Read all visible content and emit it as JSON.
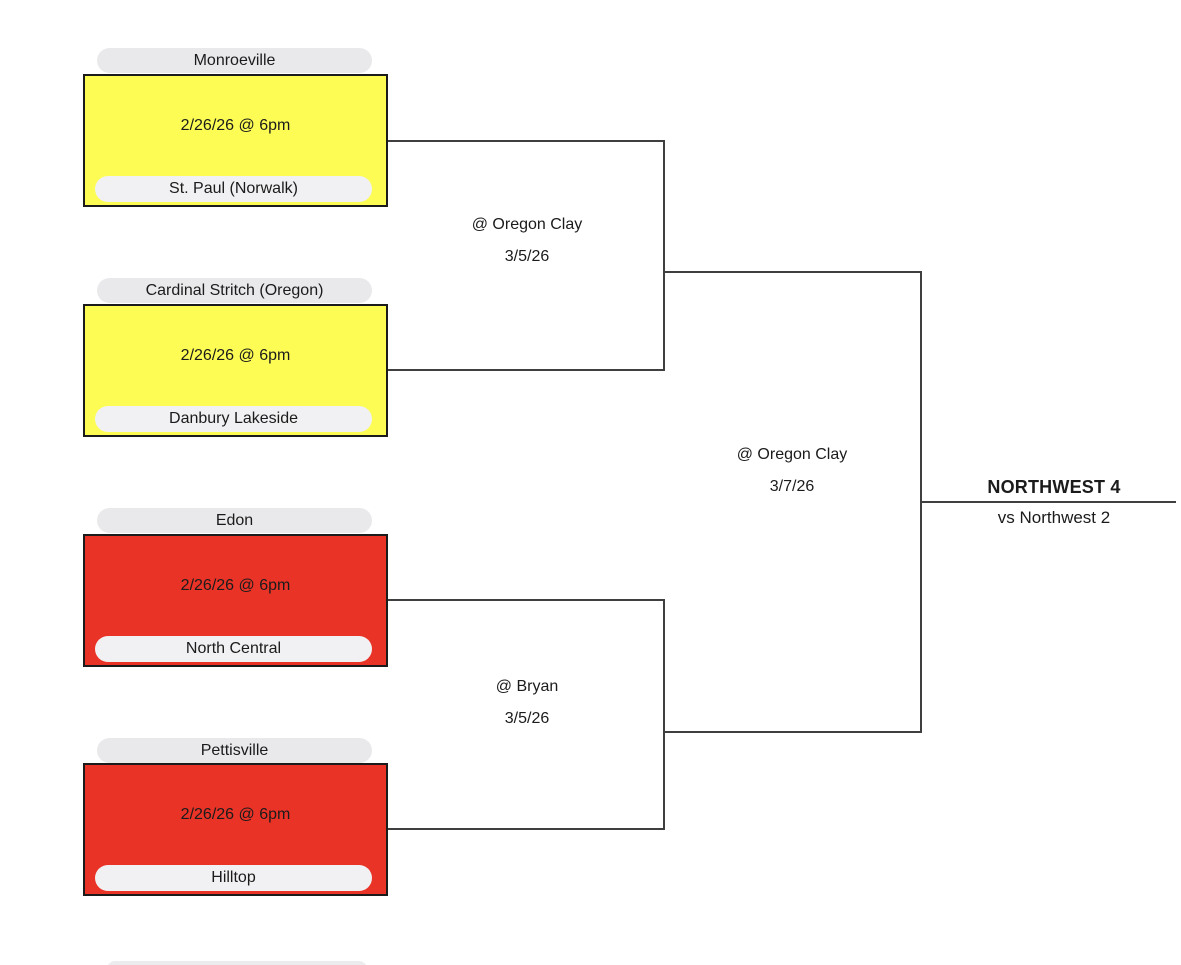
{
  "colors": {
    "yellow_game": "#fcfc55",
    "red_game": "#e93327",
    "pill_grey": "#e9e9ec",
    "pill_light": "#f1f1f3",
    "line": "#3f3f3f"
  },
  "matchups": [
    {
      "team_top": "Monroeville",
      "team_bottom": "St. Paul (Norwalk)",
      "datetime": "2/26/26 @ 6pm",
      "color": "#fcfc55"
    },
    {
      "team_top": "Cardinal Stritch (Oregon)",
      "team_bottom": "Danbury Lakeside",
      "datetime": "2/26/26 @ 6pm",
      "color": "#fcfc55"
    },
    {
      "team_top": "Edon",
      "team_bottom": "North Central",
      "datetime": "2/26/26 @ 6pm",
      "color": "#e93327"
    },
    {
      "team_top": "Pettisville",
      "team_bottom": "Hilltop",
      "datetime": "2/26/26 @ 6pm",
      "color": "#e93327"
    }
  ],
  "semifinals": [
    {
      "venue": "@ Oregon Clay",
      "date": "3/5/26"
    },
    {
      "venue": "@ Bryan",
      "date": "3/5/26"
    }
  ],
  "final": {
    "venue": "@ Oregon Clay",
    "date": "3/7/26"
  },
  "champion": {
    "title": "NORTHWEST 4",
    "subtitle": "vs Northwest 2"
  }
}
